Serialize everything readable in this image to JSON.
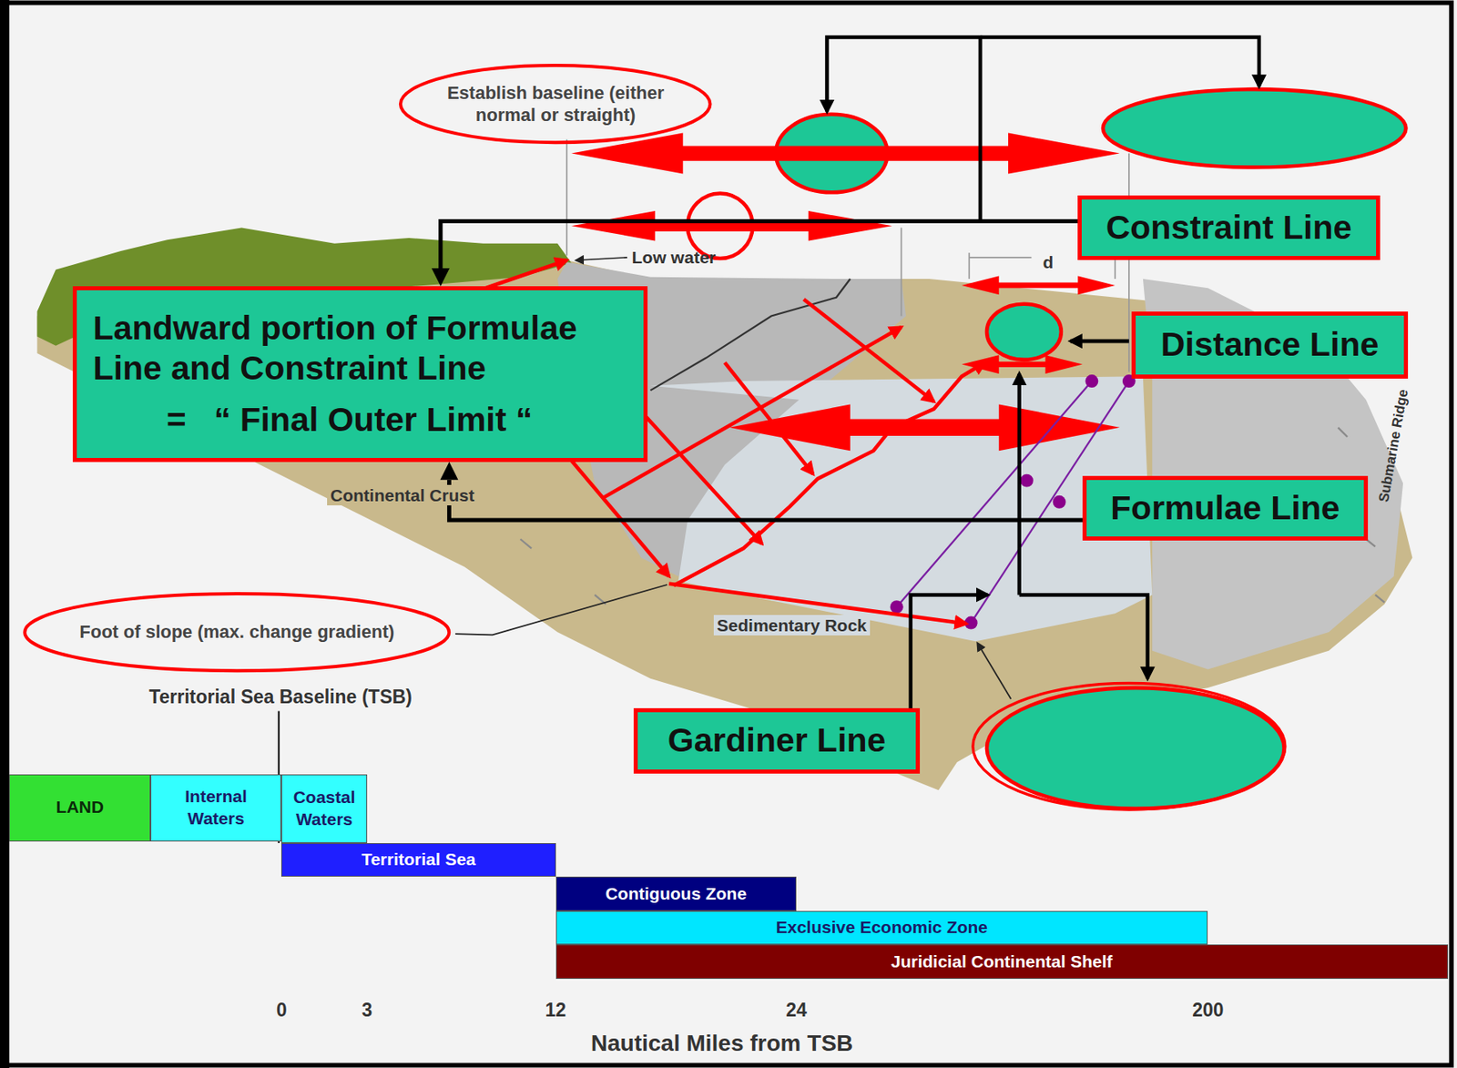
{
  "diagram": {
    "nodes": [
      {
        "text": [
          "Establish baseline (either normal or straight)"
        ]
      },
      {
        "text": [
          "Constraint Line"
        ]
      },
      {
        "text": [
          "Landward portion of Formulae Line and Constraint Line",
          "=   “ Final Outer Limit “"
        ]
      },
      {
        "text": [
          "Distance Line"
        ]
      },
      {
        "text": [
          "Formulae Line"
        ]
      },
      {
        "text": [
          "Foot of slope (max. change gradient)"
        ]
      },
      {
        "text": [
          "Gardiner Line"
        ]
      },
      {
        "text": [
          "LAND"
        ]
      },
      {
        "text": [
          "Internal Waters"
        ]
      },
      {
        "text": [
          "Coastal Waters"
        ]
      },
      {
        "text": [
          "Territorial Sea"
        ]
      },
      {
        "text": [
          "Contiguous Zone"
        ]
      },
      {
        "text": [
          "Exclusive Economic Zone"
        ]
      },
      {
        "text": [
          "Juridicial Continental Shelf"
        ]
      }
    ],
    "edges": [
      {
        "from": 1,
        "to": 2,
        "arrow": "to"
      },
      {
        "from": 4,
        "to": 2,
        "arrow": "to"
      }
    ],
    "labels": [
      "Low water",
      "d",
      "Continental Crust",
      "Sedimentary Rock",
      "Submarine Ridge",
      "Territorial Sea Baseline (TSB)",
      "0",
      "3",
      "12",
      "24",
      "200",
      "Nautical Miles from TSB"
    ]
  }
}
